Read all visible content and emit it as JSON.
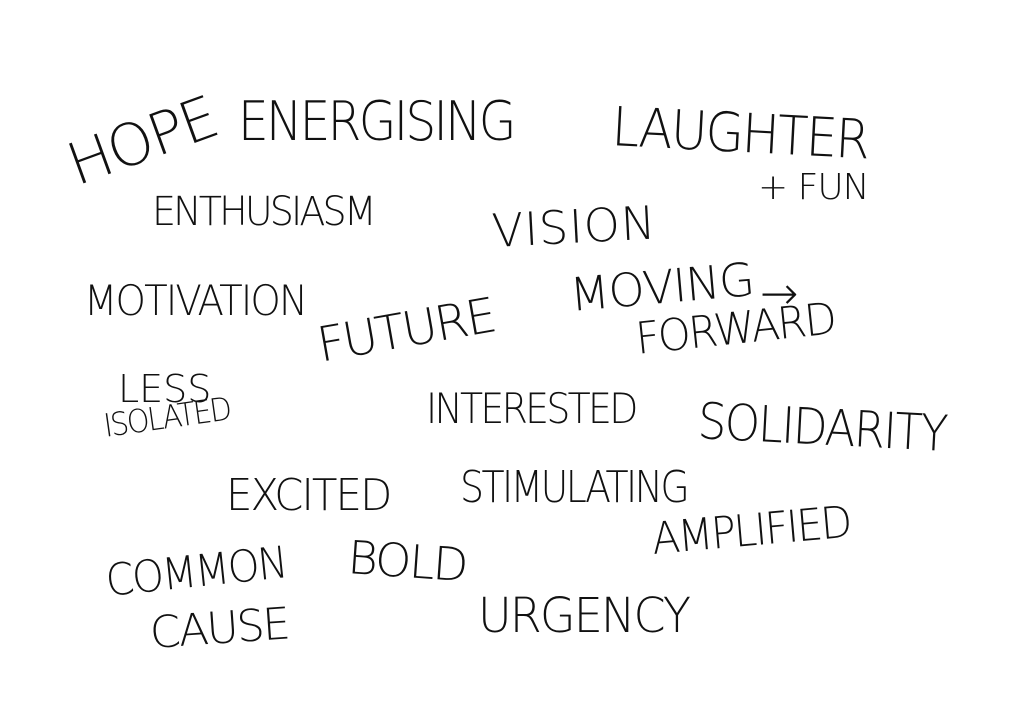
{
  "words": {
    "hope": "Hope",
    "energising": "Energising",
    "laughter": "Laughter",
    "plus_fun": "+ Fun",
    "enthusiasm": "Enthusiasm",
    "vision": "Vision",
    "motivation": "Motivation",
    "future": "Future",
    "moving": "Moving",
    "arrow": "→",
    "forward": "Forward",
    "less": "Less",
    "isolated": "Isolated",
    "interested": "Interested",
    "solidarity": "Solidarity",
    "excited": "Excited",
    "stimulating": "Stimulating",
    "bold": "Bold",
    "amplified": "Amplified",
    "common": "Common",
    "cause": "Cause",
    "urgency": "Urgency"
  },
  "colors": {
    "ink": "#111111",
    "background": "#ffffff"
  }
}
